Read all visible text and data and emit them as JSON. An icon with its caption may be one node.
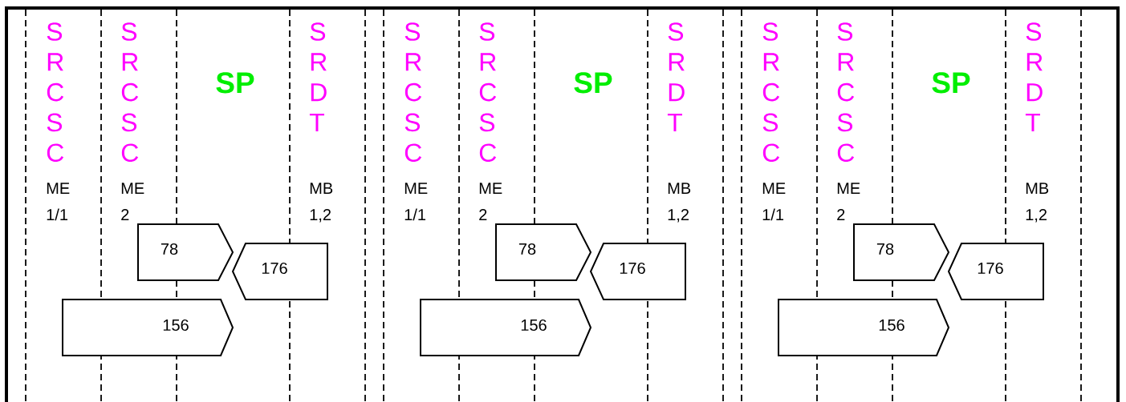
{
  "diagram": {
    "nodes": [
      {
        "text": [
          "78"
        ]
      },
      {
        "text": [
          "176"
        ]
      },
      {
        "text": [
          "156"
        ]
      },
      {
        "text": [
          "78"
        ]
      },
      {
        "text": [
          "176"
        ]
      },
      {
        "text": [
          "156"
        ]
      },
      {
        "text": [
          "78"
        ]
      },
      {
        "text": [
          "176"
        ]
      },
      {
        "text": [
          "156"
        ]
      }
    ],
    "labels": [
      "S R C S C",
      "S R C S C",
      "SP",
      "S R D T",
      "ME 1/1",
      "ME 2",
      "MB 1,2",
      "S R C S C",
      "S R C S C",
      "SP",
      "S R D T",
      "ME 1/1",
      "ME 2",
      "MB 1,2",
      "S R C S C",
      "S R C S C",
      "SP",
      "S R D T",
      "ME 1/1",
      "ME 2",
      "MB 1,2"
    ]
  }
}
